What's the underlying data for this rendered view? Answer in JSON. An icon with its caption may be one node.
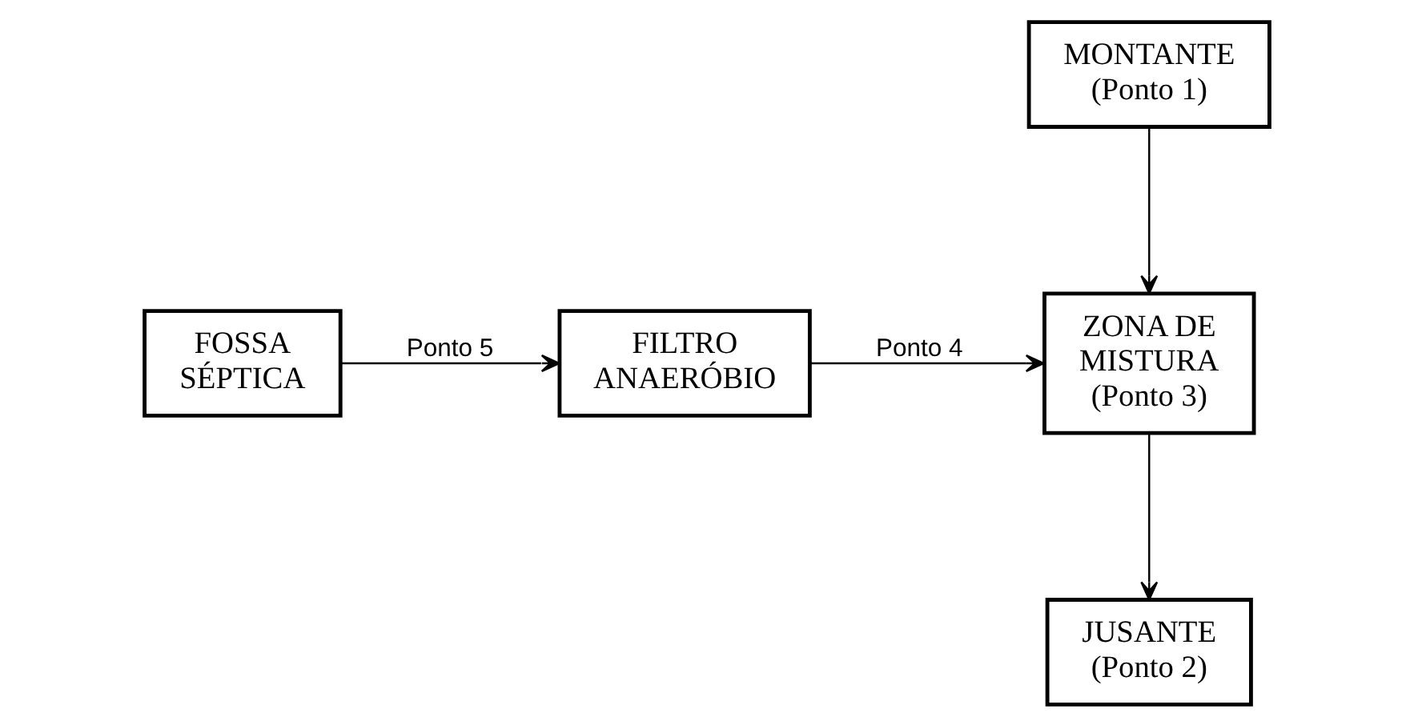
{
  "diagram": {
    "nodes": [
      {
        "text": [
          "FOSSA SÉPTICA"
        ]
      },
      {
        "text": [
          "FILTRO ANAERÓBIO"
        ]
      },
      {
        "text": [
          "ZONA DE MISTURA (Ponto 3)"
        ]
      },
      {
        "text": [
          "JUSANTE (Ponto 2)"
        ]
      },
      {
        "text": [
          "MONTANTE (Ponto 1)"
        ]
      }
    ],
    "edges": [
      {
        "from": 0,
        "to": 1,
        "arrow": "to",
        "label": "Ponto 5"
      },
      {
        "from": 1,
        "to": 2,
        "arrow": "to",
        "label": "Ponto 4"
      },
      {
        "from": 2,
        "to": 3,
        "arrow": "to"
      },
      {
        "from": 4,
        "to": 2,
        "arrow": "to"
      }
    ]
  }
}
